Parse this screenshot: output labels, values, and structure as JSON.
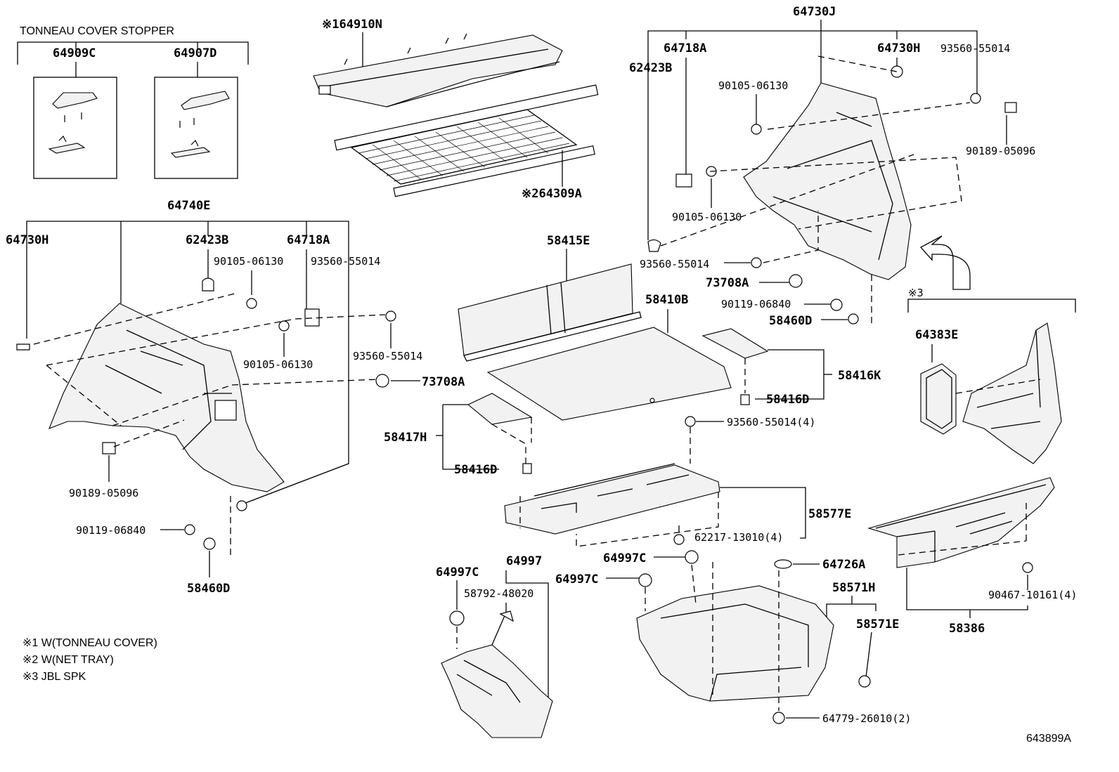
{
  "stopper": {
    "title": "TONNEAU COVER STOPPER",
    "left_part": "64909C",
    "right_part": "64907D"
  },
  "labels": {
    "p64910N": "※164910N",
    "p64309A": "※264309A",
    "p64740E": "64740E",
    "p64730H_left": "64730H",
    "p62423B_left": "62423B",
    "p64718A_left": "64718A",
    "p90105_left_top": "90105-06130",
    "p93560_left_top": "93560-55014",
    "p90105_left_mid": "90105-06130",
    "p93560_left_mid": "93560-55014",
    "p73708A_left": "73708A",
    "p90189_left": "90189-05096",
    "p90119_left": "90119-06840",
    "p58460D_left": "58460D",
    "p58415E": "58415E",
    "p58410B": "58410B",
    "p58417H": "58417H",
    "p58416D_left": "58416D",
    "p58416K": "58416K",
    "p58416D_right": "58416D",
    "p93560_4": "93560-55014(4)",
    "p58577E": "58577E",
    "p62217": "62217-13010(4)",
    "p64997C_a": "64997C",
    "p64997": "64997",
    "p58792": "58792-48020",
    "p64997C_b": "64997C",
    "p64997C_c": "64997C",
    "p64726A": "64726A",
    "p58571H": "58571H",
    "p58571E": "58571E",
    "p64779": "64779-26010(2)",
    "p64730J": "64730J",
    "p64718A_right": "64718A",
    "p64730H_right": "64730H",
    "p93560_right_top": "93560-55014",
    "p62423B_right": "62423B",
    "p90105_right_a": "90105-06130",
    "p90105_right_b": "90105-06130",
    "p90189_right": "90189-05096",
    "p93560_right_mid": "93560-55014",
    "p73708A_right": "73708A",
    "p90119_right": "90119-06840",
    "p58460D_right": "58460D",
    "p3": "※3",
    "p64383E": "64383E",
    "p90467": "90467-10161(4)",
    "p58386": "58386"
  },
  "notes": {
    "n1": "※1 W(TONNEAU COVER)",
    "n2": "※2 W(NET TRAY)",
    "n3": "※3 JBL SPK"
  },
  "diagram_id": "643899A"
}
